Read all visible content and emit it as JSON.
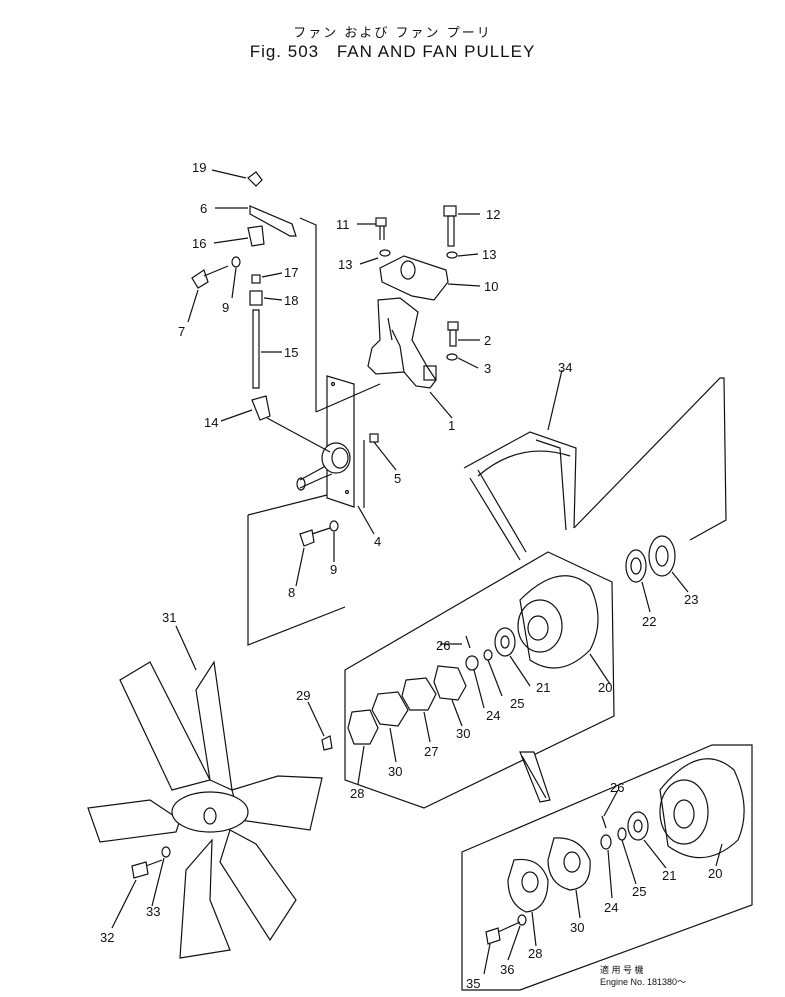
{
  "header": {
    "jp_title": "ファン および ファン プーリ",
    "fig_label": "Fig. 503",
    "en_title": "FAN AND FAN PULLEY"
  },
  "callouts": [
    "19",
    "6",
    "16",
    "7",
    "9",
    "17",
    "18",
    "15",
    "14",
    "11",
    "13",
    "12",
    "13",
    "10",
    "2",
    "3",
    "1",
    "5",
    "4",
    "8",
    "9",
    "34",
    "22",
    "23",
    "26",
    "21",
    "25",
    "24",
    "20",
    "30",
    "27",
    "30",
    "28",
    "29",
    "31",
    "26",
    "21",
    "20",
    "25",
    "24",
    "30",
    "28",
    "33",
    "32",
    "35",
    "36"
  ],
  "footer": {
    "line1": "適 用 号 機",
    "line2": "Engine No. 181380～"
  }
}
